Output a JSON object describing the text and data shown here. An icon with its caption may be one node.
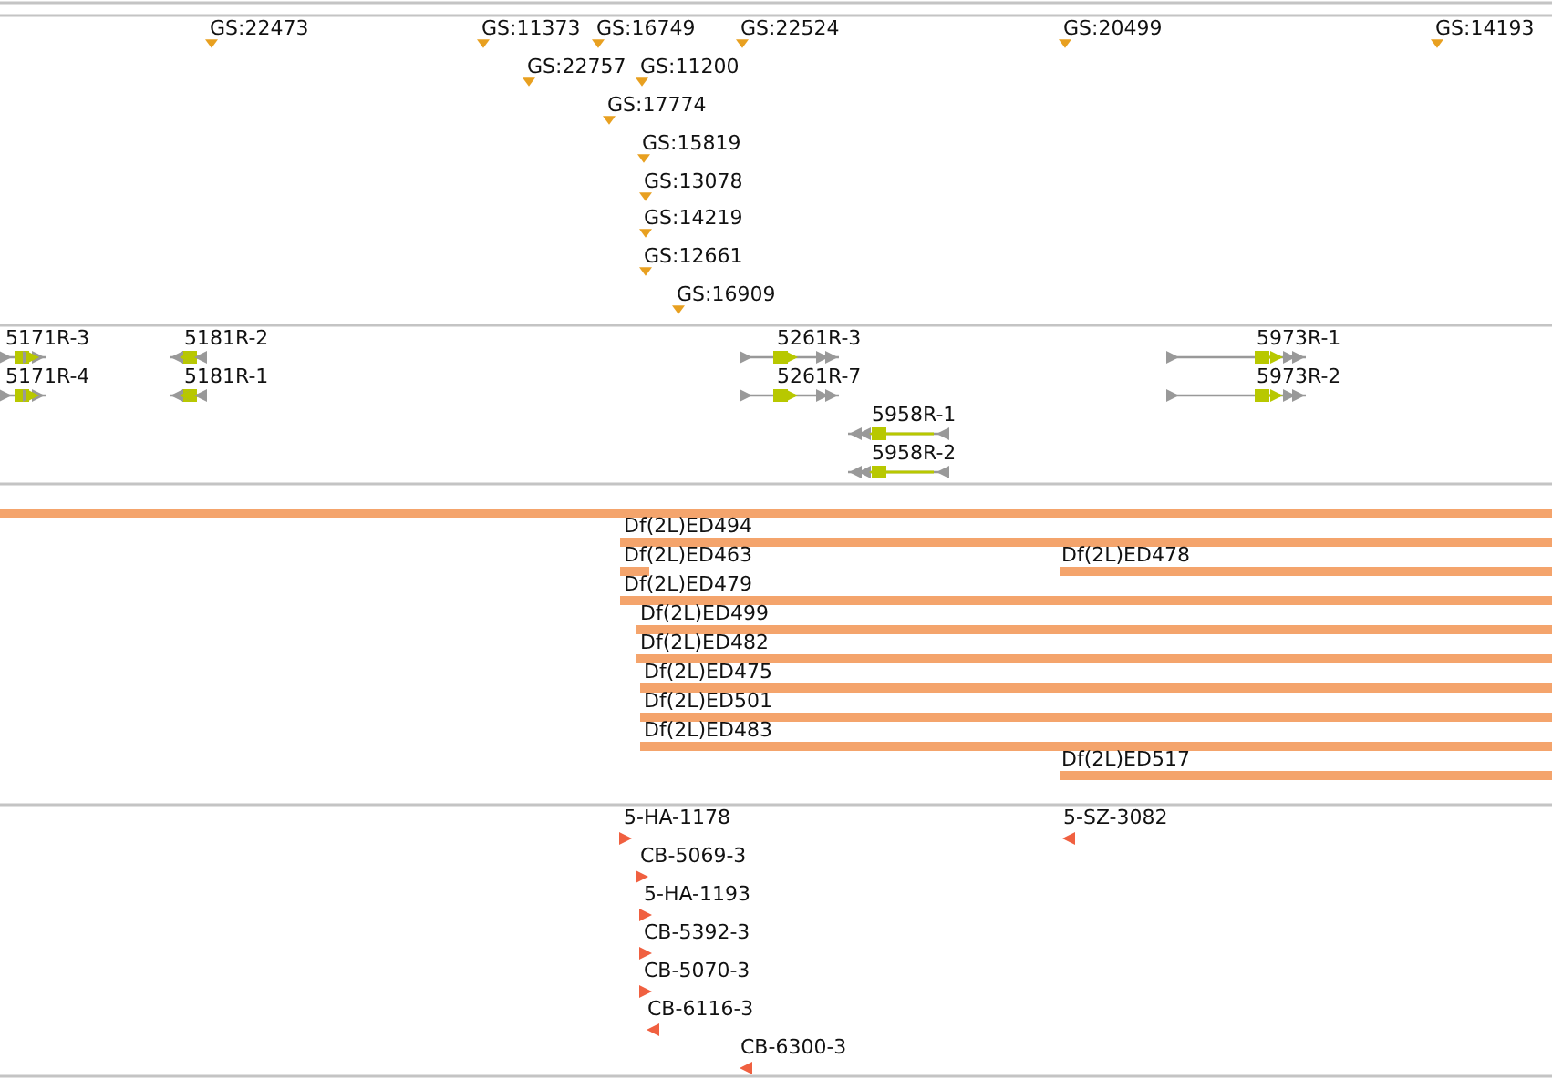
{
  "diagram": {
    "labels": [
      "GS:22473",
      "GS:11373",
      "GS:16749",
      "GS:22524",
      "GS:20499",
      "GS:14193",
      "GS:22757",
      "GS:11200",
      "GS:17774",
      "GS:15819",
      "GS:13078",
      "GS:14219",
      "GS:12661",
      "GS:16909",
      "5171R-3",
      "5181R-2",
      "5261R-3",
      "5973R-1",
      "5171R-4",
      "5181R-1",
      "5261R-7",
      "5973R-2",
      "5958R-1",
      "5958R-2",
      "Df(2L)ED494",
      "Df(2L)ED463",
      "Df(2L)ED478",
      "Df(2L)ED479",
      "Df(2L)ED499",
      "Df(2L)ED482",
      "Df(2L)ED475",
      "Df(2L)ED501",
      "Df(2L)ED483",
      "Df(2L)ED517",
      "5-HA-1178",
      "5-SZ-3082",
      "CB-5069-3",
      "5-HA-1193",
      "CB-5392-3",
      "CB-5070-3",
      "CB-6116-3",
      "CB-6300-3"
    ]
  }
}
